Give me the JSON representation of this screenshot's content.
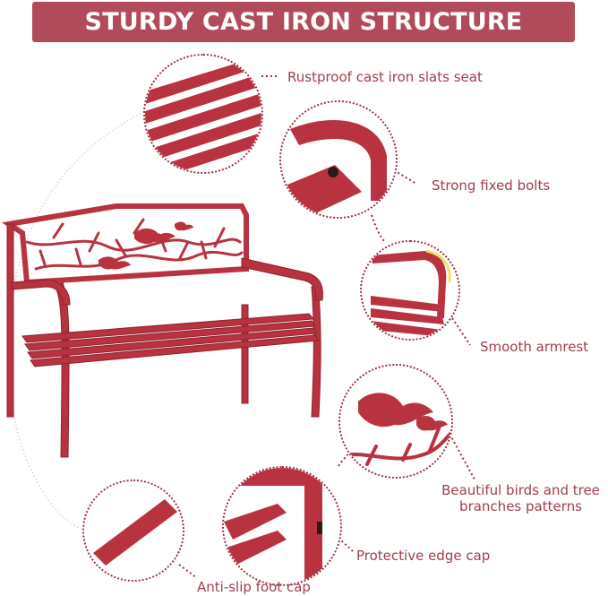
{
  "banner": {
    "title": "STURDY CAST IRON STRUCTURE"
  },
  "features": [
    {
      "label": "Rustproof cast iron slats seat"
    },
    {
      "label": "Strong fixed bolts"
    },
    {
      "label": "Smooth armrest"
    },
    {
      "label_line1": "Beautiful birds and tree",
      "label_line2": "branches patterns"
    },
    {
      "label": "Protective edge cap"
    },
    {
      "label": "Anti-slip foot cap"
    }
  ],
  "colors": {
    "banner_bg": "#b14b5b",
    "bench_red": "#b8323f",
    "bench_dark": "#8e2230",
    "label_text": "#a23c50"
  }
}
